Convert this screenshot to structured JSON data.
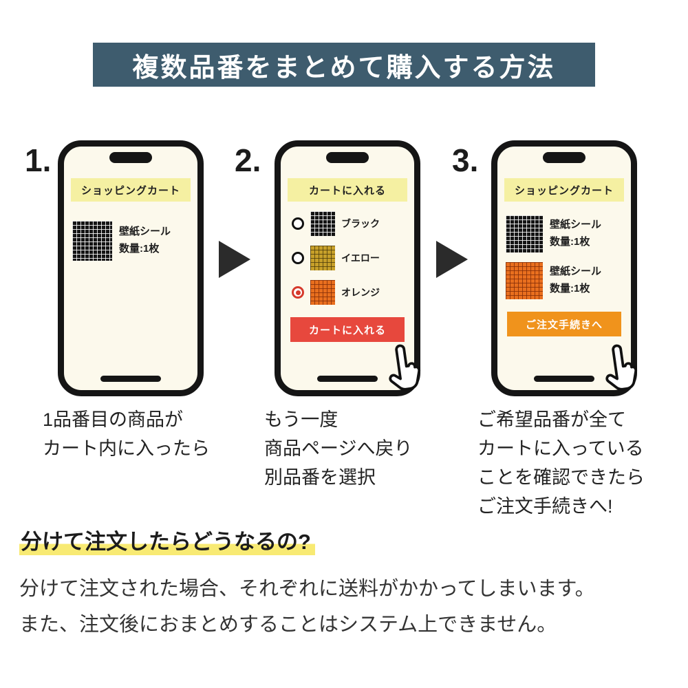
{
  "header": {
    "title": "複数品番をまとめて購入する方法"
  },
  "steps": [
    {
      "number": "1.",
      "banner": "ショッピングカート",
      "items": [
        {
          "name": "壁紙シール",
          "qty": "数量:1枚",
          "swatch": "black"
        }
      ],
      "caption_lines": [
        "1品番目の商品が",
        "カート内に入ったら"
      ]
    },
    {
      "number": "2.",
      "banner": "カートに入れる",
      "options": [
        {
          "label": "ブラック",
          "swatch": "black",
          "selected": false
        },
        {
          "label": "イエロー",
          "swatch": "yellow",
          "selected": false
        },
        {
          "label": "オレンジ",
          "swatch": "orange",
          "selected": true
        }
      ],
      "button": "カートに入れる",
      "caption_lines": [
        "もう一度",
        "商品ページへ戻り",
        "別品番を選択"
      ]
    },
    {
      "number": "3.",
      "banner": "ショッピングカート",
      "items": [
        {
          "name": "壁紙シール",
          "qty": "数量:1枚",
          "swatch": "black"
        },
        {
          "name": "壁紙シール",
          "qty": "数量:1枚",
          "swatch": "orange"
        }
      ],
      "button": "ご注文手続きへ",
      "caption_lines": [
        "ご希望品番が全て",
        "カートに入っている",
        "ことを確認できたら",
        "ご注文手続きへ!"
      ]
    }
  ],
  "footer": {
    "heading": "分けて注文したらどうなるの?",
    "body_lines": [
      "分けて注文された場合、それぞれに送料がかかってしまいます。",
      "また、注文後におまとめすることはシステム上できません。"
    ]
  },
  "icons": {
    "step_arrow": "right-arrow",
    "cursor": "hand-pointer"
  },
  "colors": {
    "header_bg": "#3e5c6e",
    "banner_bg": "#f5f0a2",
    "add_button_bg": "#e7483d",
    "checkout_button_bg": "#f0931c",
    "selected_radio": "#d63a2c",
    "highlight": "#f8ea73"
  }
}
